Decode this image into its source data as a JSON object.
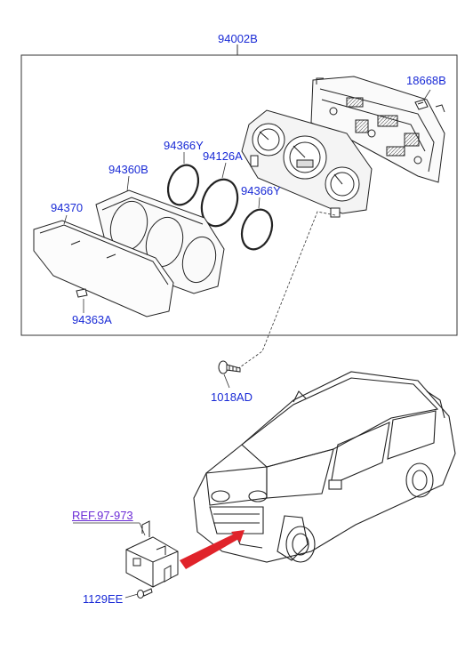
{
  "diagram": {
    "labels": {
      "assembly": "94002B",
      "bulb": "18668B",
      "ring_top": "94366Y",
      "cluster_face": "94126A",
      "ring_right": "94366Y",
      "housing": "94360B",
      "lens": "94370",
      "clip": "94363A",
      "screw": "1018AD",
      "reference": "REF.97-973",
      "sensor_bolt": "1129EE"
    },
    "colors": {
      "label_text": "#1a2bd6",
      "reference_text": "#6b2bd6",
      "line_art": "#222222",
      "highlight_arrow": "#e0232a"
    }
  }
}
